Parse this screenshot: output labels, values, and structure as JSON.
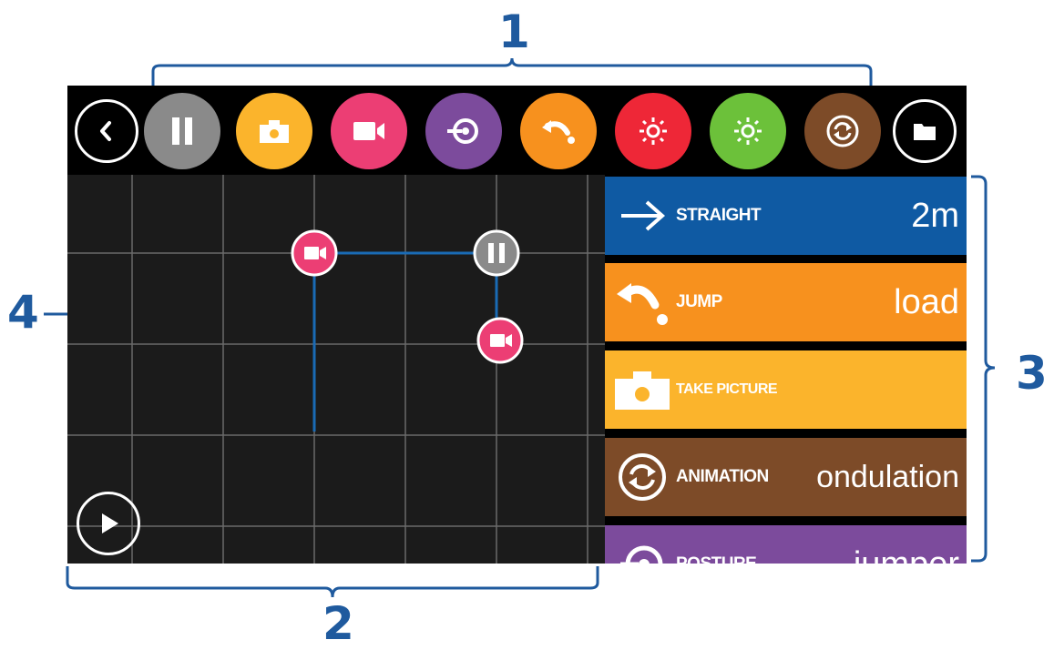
{
  "callouts": {
    "c1": "1",
    "c2": "2",
    "c3": "3",
    "c4": "4"
  },
  "toolbar": {
    "buttons": [
      {
        "name": "back",
        "icon": "chevron-left-icon",
        "color": "#000000"
      },
      {
        "name": "pause",
        "icon": "pause-icon",
        "color": "#8a8a8a"
      },
      {
        "name": "camera",
        "icon": "camera-icon",
        "color": "#fbb42c"
      },
      {
        "name": "video",
        "icon": "video-icon",
        "color": "#ec3e74"
      },
      {
        "name": "posture",
        "icon": "posture-icon",
        "color": "#7c4b9c"
      },
      {
        "name": "jump",
        "icon": "jump-icon",
        "color": "#f7911e"
      },
      {
        "name": "light-red",
        "icon": "light-icon",
        "color": "#ee2737"
      },
      {
        "name": "light-green",
        "icon": "light-icon",
        "color": "#6cc13a"
      },
      {
        "name": "animation",
        "icon": "animation-icon",
        "color": "#7d4b28"
      },
      {
        "name": "folder",
        "icon": "folder-icon",
        "color": "#000000"
      }
    ]
  },
  "commands": [
    {
      "label": "STRAIGHT",
      "value": "2m",
      "icon": "arrow-right-icon",
      "color": "#0f5aa3"
    },
    {
      "label": "JUMP",
      "value": "load",
      "icon": "jump-icon",
      "color": "#f7911e"
    },
    {
      "label": "TAKE PICTURE",
      "value": "",
      "icon": "camera-icon",
      "color": "#fbb42c"
    },
    {
      "label": "ANIMATION",
      "value": "ondulation",
      "icon": "animation-icon",
      "color": "#7d4b28"
    },
    {
      "label": "POSTURE",
      "value": "jumper",
      "icon": "posture-icon",
      "color": "#7c4b9c"
    }
  ],
  "play_icon": "play-icon",
  "colors": {
    "callout": "#1f5a9e",
    "path": "#1a6bb5",
    "grid": "#6a6a6a"
  }
}
